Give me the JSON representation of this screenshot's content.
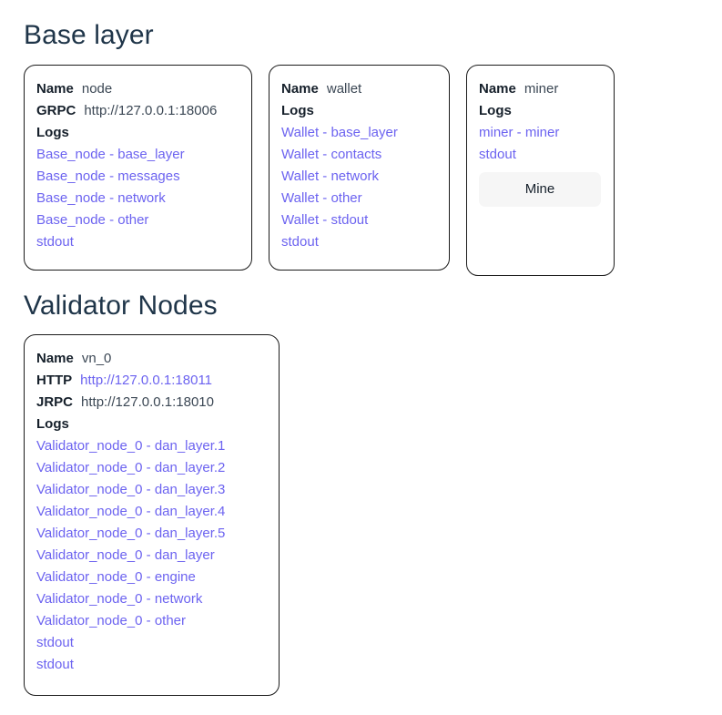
{
  "colors": {
    "link": "#6c63f0",
    "heading": "#1f3549",
    "card_border": "#1b1b1b",
    "button_bg": "#f6f6f6",
    "page_bg": "#ffffff"
  },
  "sections": [
    {
      "title": "Base layer",
      "cards": [
        {
          "name": "base-node-card",
          "fields": [
            {
              "label": "Name",
              "value": "node",
              "is_link": false
            },
            {
              "label": "GRPC",
              "value": "http://127.0.0.1:18006",
              "is_link": false
            }
          ],
          "logs_label": "Logs",
          "logs": [
            "Base_node - base_layer",
            "Base_node - messages",
            "Base_node - network",
            "Base_node - other",
            "stdout"
          ],
          "button": null
        },
        {
          "name": "wallet-card",
          "fields": [
            {
              "label": "Name",
              "value": "wallet",
              "is_link": false
            }
          ],
          "logs_label": "Logs",
          "logs": [
            "Wallet - base_layer",
            "Wallet - contacts",
            "Wallet - network",
            "Wallet - other",
            "Wallet - stdout",
            "stdout"
          ],
          "button": null
        },
        {
          "name": "miner-card",
          "fields": [
            {
              "label": "Name",
              "value": "miner",
              "is_link": false
            }
          ],
          "logs_label": "Logs",
          "logs": [
            "miner - miner",
            "stdout"
          ],
          "button": {
            "label": "Mine"
          }
        }
      ]
    },
    {
      "title": "Validator Nodes",
      "cards": [
        {
          "name": "validator-node-0-card",
          "fields": [
            {
              "label": "Name",
              "value": "vn_0",
              "is_link": false
            },
            {
              "label": "HTTP",
              "value": "http://127.0.0.1:18011",
              "is_link": true
            },
            {
              "label": "JRPC",
              "value": "http://127.0.0.1:18010",
              "is_link": false
            }
          ],
          "logs_label": "Logs",
          "logs": [
            "Validator_node_0 - dan_layer.1",
            "Validator_node_0 - dan_layer.2",
            "Validator_node_0 - dan_layer.3",
            "Validator_node_0 - dan_layer.4",
            "Validator_node_0 - dan_layer.5",
            "Validator_node_0 - dan_layer",
            "Validator_node_0 - engine",
            "Validator_node_0 - network",
            "Validator_node_0 - other",
            "stdout",
            "stdout"
          ],
          "button": null
        }
      ]
    }
  ]
}
